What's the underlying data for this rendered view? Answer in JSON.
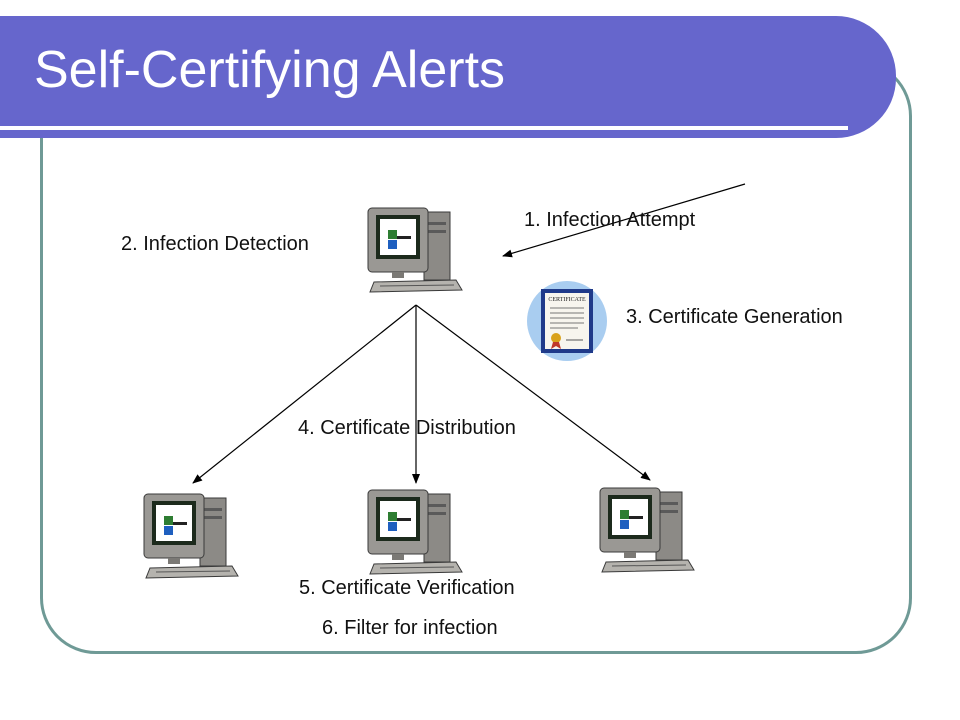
{
  "slide": {
    "title": "Self-Certifying Alerts"
  },
  "steps": {
    "attempt": "1. Infection Attempt",
    "detection": "2. Infection Detection",
    "generation": "3. Certificate Generation",
    "distribution": "4. Certificate Distribution",
    "verification": "5. Certificate Verification",
    "filter": "6. Filter for infection"
  },
  "certificate": {
    "heading": "CERTIFICATE"
  },
  "colors": {
    "banner": "#6666cc",
    "frame": "#6f9a96",
    "cert_circle": "#a9cdf0",
    "cert_border": "#1f3a8a"
  },
  "icons": [
    "desktop-computer-icon",
    "certificate-icon"
  ]
}
